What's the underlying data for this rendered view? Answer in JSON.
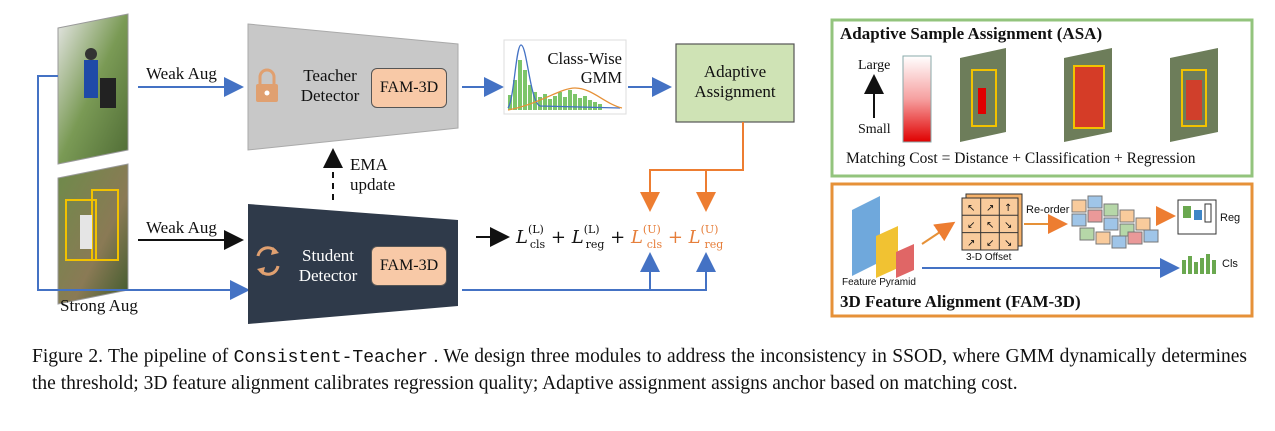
{
  "labels": {
    "weak_aug_top": "Weak Aug",
    "weak_aug_bottom": "Weak Aug",
    "strong_aug": "Strong Aug",
    "teacher_line1": "Teacher",
    "teacher_line2": "Detector",
    "student_line1": "Student",
    "student_line2": "Detector",
    "fam_teacher": "FAM-3D",
    "fam_student": "FAM-3D",
    "ema_line1": "EMA",
    "ema_line2": "update",
    "gmm_line1": "Class-Wise",
    "gmm_line2": "GMM",
    "adaptive_line1": "Adaptive",
    "adaptive_line2": "Assignment"
  },
  "loss": {
    "l": "L",
    "cls": "cls",
    "reg": "reg",
    "sup_labeled": "(L)",
    "sup_unlabeled": "(U)",
    "plus": "+"
  },
  "asa": {
    "title": "Adaptive Sample Assignment (ASA)",
    "scale_top": "Large",
    "scale_bottom": "Small",
    "matching_cost": "Matching Cost = Distance  +  Classification  +  Regression"
  },
  "fam3d": {
    "title": "3D Feature Alignment (FAM-3D)",
    "feature_pyramid": "Feature Pyramid",
    "offset": "3-D Offset",
    "reorder": "Re-order",
    "reg": "Reg",
    "cls": "Cls"
  },
  "caption": {
    "prefix": "Figure 2.  The pipeline of ",
    "method": "Consistent-Teacher",
    "rest": " .  We design three modules to address the inconsistency in SSOD, where GMM dynamically determines the threshold; 3D feature alignment calibrates regression quality; Adaptive assignment assigns anchor based on matching cost."
  },
  "colors": {
    "teacher_fill": "#c8c8c8",
    "student_fill": "#2f3a4a",
    "fam_fill": "#f8c9a7",
    "adaptive_fill": "#cfe3b5",
    "asa_border": "#93c47d",
    "fam3d_border": "#e69138",
    "arrow_blue": "#4472c4",
    "arrow_orange": "#ed7d31"
  }
}
